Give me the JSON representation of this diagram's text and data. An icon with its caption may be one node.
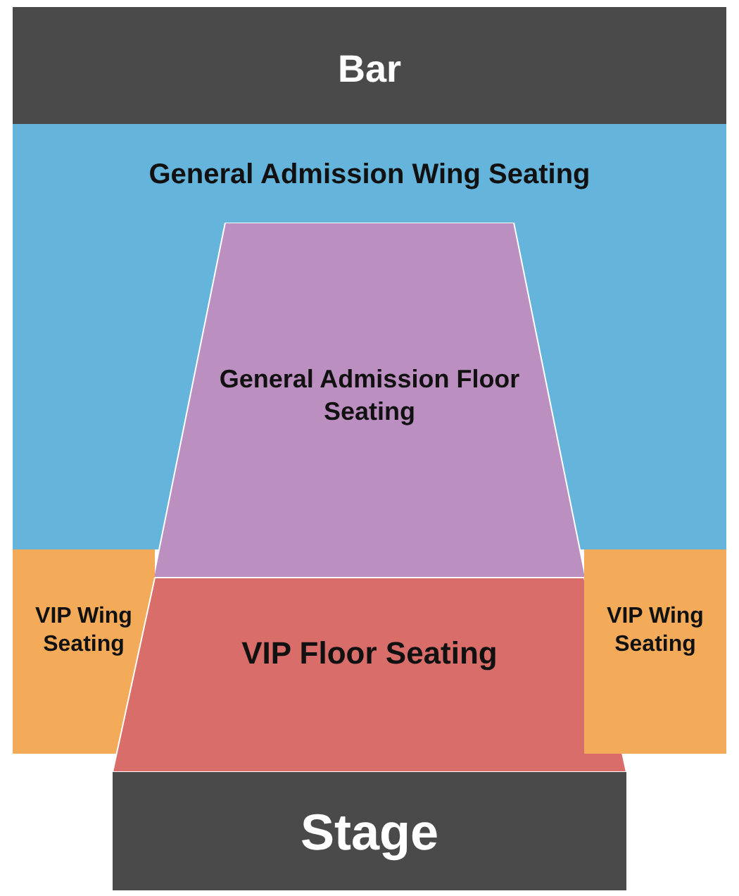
{
  "diagram": {
    "nodes": [
      {
        "text": [
          "Bar"
        ]
      },
      {
        "text": [
          "General Admission Wing Seating"
        ]
      },
      {
        "text": [
          "General Admission Floor Seating"
        ]
      },
      {
        "text": [
          "VIP Wing Seating"
        ]
      },
      {
        "text": [
          "VIP Floor Seating"
        ]
      },
      {
        "text": [
          "VIP Wing Seating"
        ]
      },
      {
        "text": [
          "Stage"
        ]
      }
    ]
  }
}
